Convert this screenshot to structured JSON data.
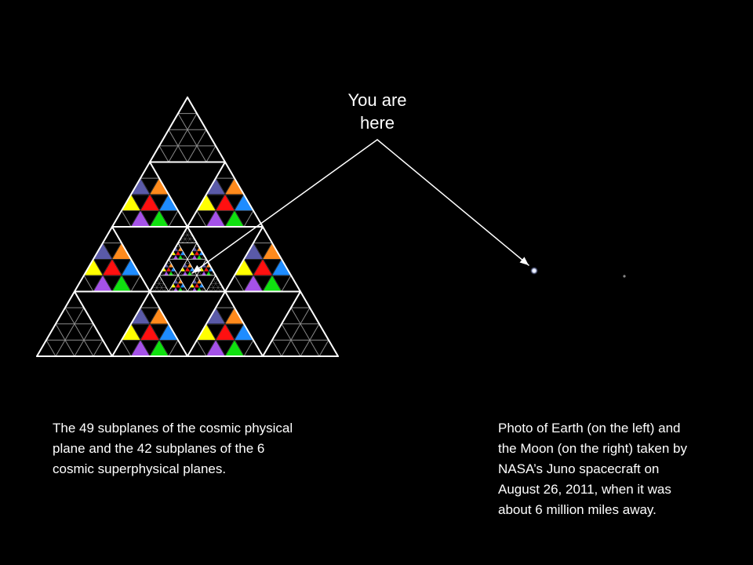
{
  "label": {
    "line1": "You are",
    "line2": "here"
  },
  "caption_left": [
    "The 49 subplanes of the cosmic physical",
    "plane and the 42 subplanes of the 6",
    "cosmic superphysical planes."
  ],
  "caption_right": [
    "Photo of Earth (on the left) and",
    "the Moon (on the right) taken by",
    "NASA’s Juno spacecraft on",
    "August 26, 2011, when it was",
    "about 6 million miles away."
  ],
  "colors": {
    "indigo": "#5a5aa8",
    "orange": "#ff8a1c",
    "yellow": "#ffff00",
    "red": "#ff1010",
    "blue": "#1e8cff",
    "purple": "#a552e8",
    "green": "#10e010",
    "line": "#ffffff",
    "grid": "#8a8a8a",
    "earth": "#dfe6ff",
    "moon": "#888888"
  }
}
